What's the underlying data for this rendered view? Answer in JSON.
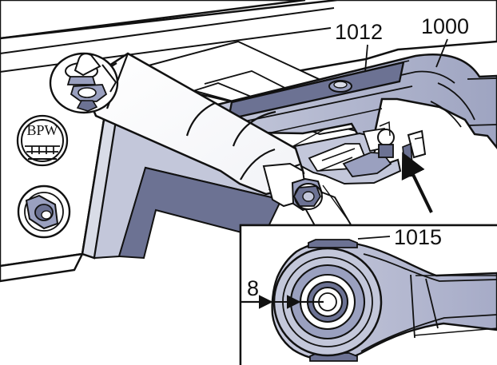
{
  "labels": {
    "part_1012": "1012",
    "part_1000": "1000",
    "part_1015": "1015",
    "dimension_8": "8"
  },
  "logo": {
    "text": "BPW",
    "icon": "bpw-logo-icon"
  },
  "colors": {
    "background": "#ffffff",
    "line": "#111111",
    "blue_light": "#b7bbd2",
    "blue_mid": "#9aa0bf",
    "blue_dark": "#6c7293",
    "blue_darker": "#535a7b",
    "gray": "#d9dce7",
    "white": "#ffffff"
  }
}
